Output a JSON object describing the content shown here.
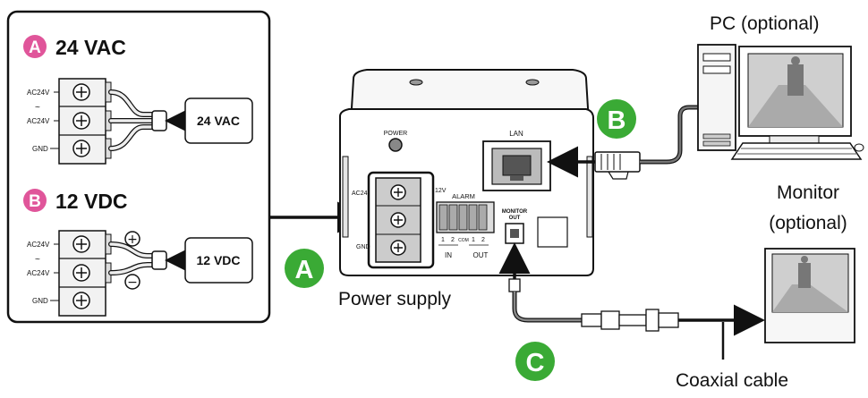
{
  "panel": {
    "section_a": {
      "badge": "A",
      "title": "24 VAC",
      "terminals": [
        "AC24V",
        "~",
        "AC24V",
        "GND"
      ],
      "source_label": "24 VAC"
    },
    "section_b": {
      "badge": "B",
      "title": "12 VDC",
      "terminals": [
        "AC24V",
        "~",
        "AC24V",
        "GND"
      ],
      "source_label": "12 VDC",
      "plus": "+",
      "minus": "−"
    }
  },
  "camera": {
    "power_label": "POWER",
    "lan_label": "LAN",
    "ac24_label": "AC24",
    "gnd_label": "GND",
    "v12_label": "12V",
    "alarm_label": "ALARM",
    "alarm_pins": [
      "1",
      "2",
      "COM",
      "1",
      "2"
    ],
    "in_label": "IN",
    "out_label": "OUT",
    "monitor_out_label": [
      "MONITOR",
      "OUT"
    ]
  },
  "badges": {
    "a": "A",
    "b": "B",
    "c": "C"
  },
  "labels": {
    "power_supply": "Power supply",
    "pc": "PC (optional)",
    "monitor_line1": "Monitor",
    "monitor_line2": "(optional)",
    "coaxial": "Coaxial cable"
  },
  "colors": {
    "pink_badge": "#e0559a",
    "green_badge": "#3aaa35",
    "line": "#111111",
    "gray_fill": "#d9d9d9"
  }
}
